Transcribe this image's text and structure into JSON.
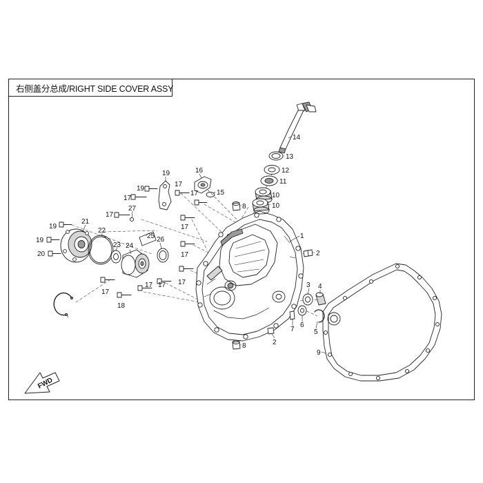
{
  "title": "右侧盖分总成/RIGHT SIDE COVER ASSY",
  "fwd_label": "FWD",
  "colors": {
    "line": "#222222",
    "shade": "#9a9a9a",
    "light": "#d6d6d6",
    "paper": "#ffffff"
  },
  "callouts": [
    "1",
    "2",
    "2",
    "3",
    "4",
    "5",
    "6",
    "7",
    "8",
    "8",
    "9",
    "10",
    "10",
    "11",
    "12",
    "13",
    "14",
    "15",
    "16",
    "17",
    "17",
    "17",
    "17",
    "17",
    "17",
    "17",
    "17",
    "17",
    "17",
    "18",
    "19",
    "19",
    "19",
    "19",
    "20",
    "21",
    "22",
    "23",
    "24",
    "25",
    "26",
    "27"
  ]
}
